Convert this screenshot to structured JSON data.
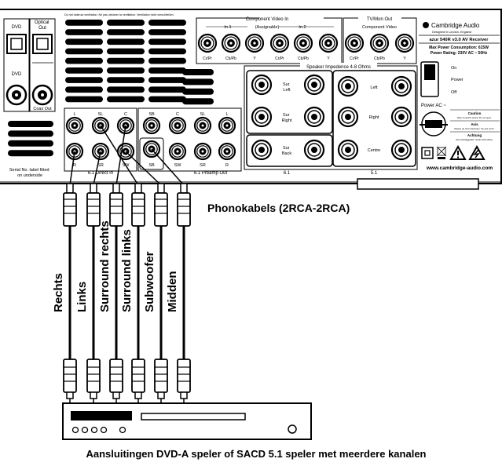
{
  "panel": {
    "warning": "Do not obstruct ventilation.  Ne pas obstruer la ventilation.  Ventilation nicht verschließen.",
    "left": {
      "dvd_top": "DVD",
      "optical_out": "Optical\nOut",
      "dvd_bottom": "DVD",
      "coax_out": "Coax Out",
      "serial_note": "Serial No. label fitted\non underside"
    },
    "component_in": {
      "title": "Component Video In",
      "in1": "In 1",
      "assignable": "(Assignable)",
      "in2": "In 2",
      "jacks": [
        "Cr/Pr",
        "Cb/Pb",
        "Y",
        "Cr/Pr",
        "Cb/Pb",
        "Y"
      ]
    },
    "tvmon": {
      "title": "TV/Mon Out",
      "subtitle": "Component Video",
      "jacks": [
        "Cr/Pr",
        "Cb/Pb",
        "Y"
      ]
    },
    "brand": {
      "name": "Cambridge Audio",
      "tagline": "Designed in London, England",
      "model": "azur 540R v3.0 AV Receiver",
      "max_power": "Max Power Consumption: 615W",
      "power_rating": "Power Rating: 230V AC ~ 50Hz",
      "website": "www.cambridge-audio.com"
    },
    "power_switch": {
      "on": "On",
      "power": "Power",
      "off": "Off",
      "ac_label": "Power AC ~"
    },
    "caution": {
      "title": "Caution",
      "line": "Risk of electric shock. Do not open."
    },
    "avis": {
      "title": "Avis",
      "line": "Risque de choc électrique. Ne pas ouvrir."
    },
    "achtung": {
      "title": "Achtung",
      "line": "Stromschlaggefahr. Gerät nicht öffnen."
    },
    "speakers": {
      "title": "Speaker Impedence 4-8 Ohms",
      "sur_left": "Sur\nLeft",
      "sur_right": "Sur\nRight",
      "sur_back": "Sur\nBack",
      "left": "Left",
      "right": "Right",
      "centre": "Centre",
      "group_61": "6.1",
      "group_51": "5.1"
    },
    "direct_in": {
      "top": [
        "L",
        "SL",
        "C"
      ],
      "bottom": [
        "R",
        "SR",
        "SW"
      ],
      "title": "6.1 Direct In",
      "sb": "SB"
    },
    "preamp_out": {
      "top": [
        "SB",
        "C",
        "SL",
        "L"
      ],
      "bottom": [
        "SB",
        "SW",
        "SR",
        "R"
      ],
      "title": "6.1 Preamp Out"
    }
  },
  "cable_title": "Phonokabels (2RCA-2RCA)",
  "cable_labels": [
    "Rechts",
    "Links",
    "Surround rechts",
    "Surround links",
    "Subwoofer",
    "Midden"
  ],
  "caption": "Aansluitingen DVD-A speler of SACD  5.1 speler met meerdere kanalen"
}
